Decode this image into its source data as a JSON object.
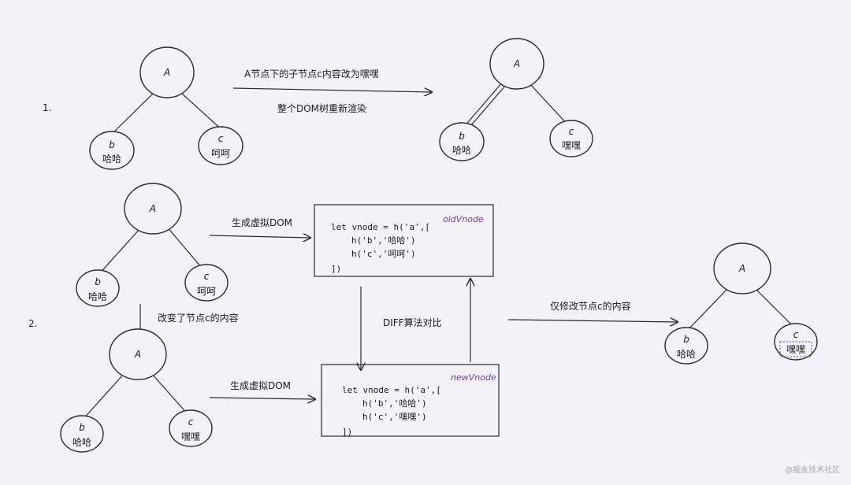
{
  "step1": {
    "number": "1.",
    "before": {
      "root": "A",
      "b_letter": "b",
      "b_text": "哈哈",
      "c_letter": "c",
      "c_text": "呵呵"
    },
    "arrow_label_top": "A节点下的子节点c内容改为嘿嘿",
    "arrow_label_bottom": "整个DOM树重新渲染",
    "after": {
      "root": "A",
      "b_letter": "b",
      "b_text": "哈哈",
      "c_letter": "c",
      "c_text": "嘿嘿"
    }
  },
  "step2": {
    "number": "2.",
    "tree_old": {
      "root": "A",
      "b_letter": "b",
      "b_text": "哈哈",
      "c_letter": "c",
      "c_text": "呵呵"
    },
    "gen_label_1": "生成虚拟DOM",
    "change_label": "改变了节点c的内容",
    "tree_new": {
      "root": "A",
      "b_letter": "b",
      "b_text": "哈哈",
      "c_letter": "c",
      "c_text": "嘿嘿"
    },
    "gen_label_2": "生成虚拟DOM",
    "old_vnode": {
      "tag": "oldVnode",
      "lines": [
        "let vnode = h('a',[",
        "h('b','哈哈')",
        "h('c','呵呵')",
        "])"
      ]
    },
    "new_vnode": {
      "tag": "newVnode",
      "lines": [
        "let vnode = h('a',[",
        "h('b','哈哈')",
        "h('c','嘿嘿')",
        "])"
      ]
    },
    "diff_label": "DIFF算法对比",
    "patch_label": "仅修改节点c的内容",
    "result": {
      "root": "A",
      "b_letter": "b",
      "b_text": "哈哈",
      "c_letter": "c",
      "c_text": "嘿嘿"
    }
  },
  "watermark": "@掘金技术社区"
}
